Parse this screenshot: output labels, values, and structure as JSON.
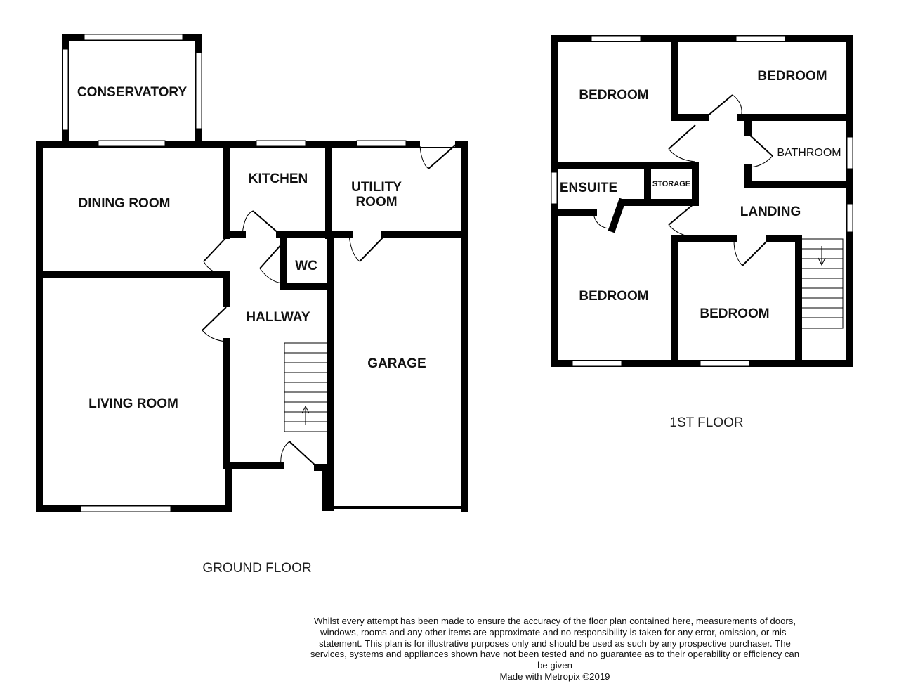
{
  "ground_floor": {
    "title": "GROUND FLOOR",
    "rooms": {
      "conservatory": "CONSERVATORY",
      "dining_room": "DINING ROOM",
      "kitchen": "KITCHEN",
      "utility_line1": "UTILITY",
      "utility_line2": "ROOM",
      "wc": "WC",
      "hallway": "HALLWAY",
      "garage": "GARAGE",
      "living_room": "LIVING ROOM"
    }
  },
  "first_floor": {
    "title": "1ST FLOOR",
    "rooms": {
      "bedroom_1": "BEDROOM",
      "bedroom_2": "BEDROOM",
      "bathroom": "BATHROOM",
      "ensuite": "ENSUITE",
      "storage": "STORAGE",
      "landing": "LANDING",
      "bedroom_3": "BEDROOM",
      "bedroom_4": "BEDROOM"
    }
  },
  "disclaimer": "Whilst every attempt has been made to ensure the accuracy of the floor plan contained here, measurements of doors, windows, rooms and any other items are approximate and no responsibility is taken for any error, omission, or mis-statement. This plan is for illustrative purposes only and should be used as such by any prospective purchaser. The services, systems and appliances shown have not been tested and no guarantee as to their operability or efficiency can be given",
  "credit": "Made with Metropix ©2019"
}
